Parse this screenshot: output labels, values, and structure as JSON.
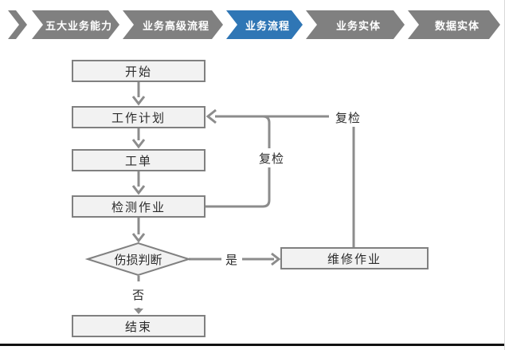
{
  "banner": {
    "items": [
      {
        "label": "五大业务能力",
        "active": false
      },
      {
        "label": "业务高级流程",
        "active": false
      },
      {
        "label": "业务流程",
        "active": true
      },
      {
        "label": "业务实体",
        "active": false
      },
      {
        "label": "数据实体",
        "active": false
      }
    ],
    "active_color": "#2f76b5",
    "inactive_color": "#808080",
    "text_color": "#ffffff"
  },
  "flowchart": {
    "nodes": {
      "start": "开始",
      "plan": "工作计划",
      "order": "工单",
      "inspect": "检测作业",
      "judge": "伤损判断",
      "repair": "维修作业",
      "end": "结束"
    },
    "edge_labels": {
      "yes": "是",
      "no": "否",
      "recheck_inner": "复检",
      "recheck_outer": "复检"
    },
    "colors": {
      "node_fill": "#f2f2f2",
      "node_border": "#808080",
      "connector": "#8c8c8c",
      "text": "#2b2b2b"
    }
  }
}
